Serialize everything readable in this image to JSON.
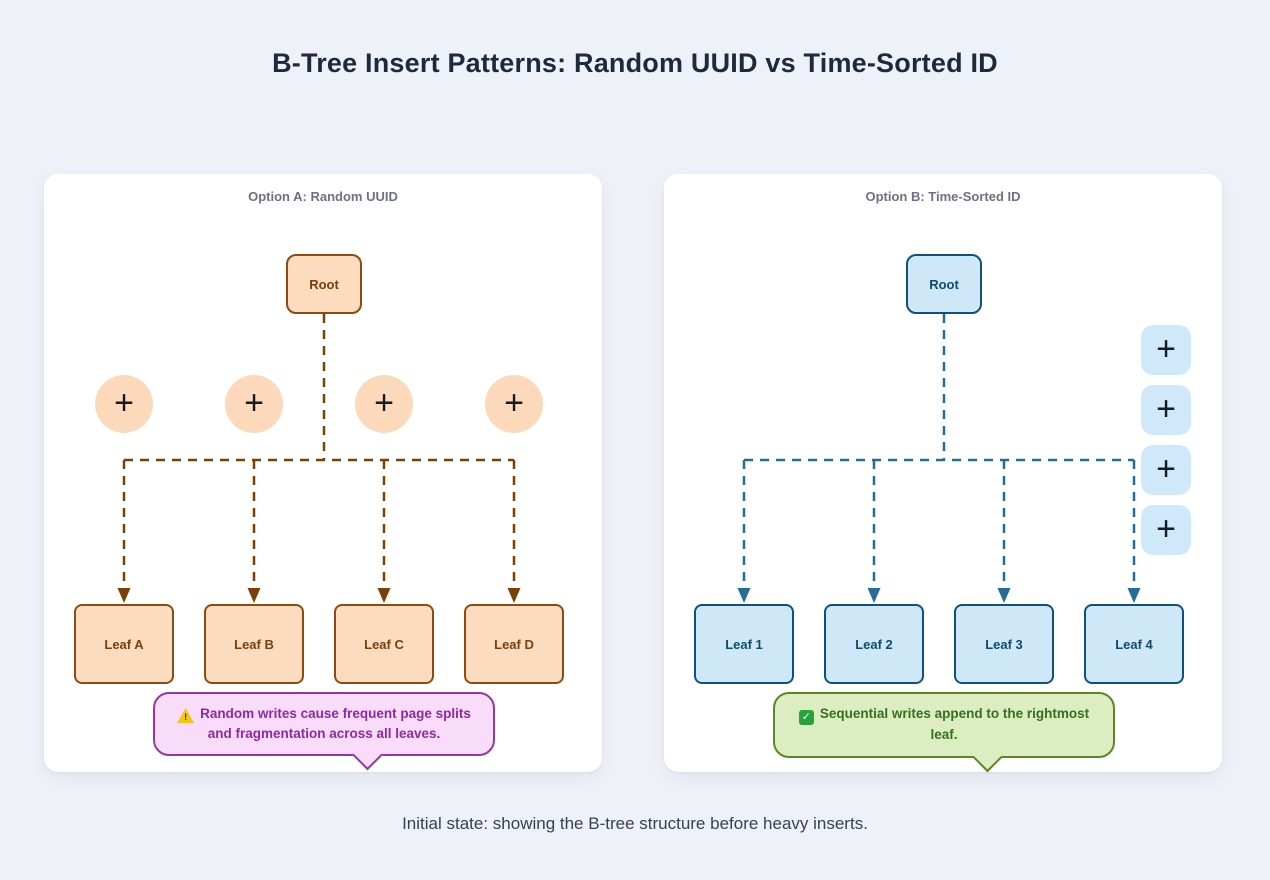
{
  "page": {
    "title": "B-Tree Insert Patterns: Random UUID vs Time-Sorted ID",
    "caption": "Initial state: showing the B-tree structure before heavy inserts.",
    "background_color": "#eef2f8"
  },
  "panels": [
    {
      "header": "Option A: Random UUID",
      "root_label": "Root",
      "plus_label": "+",
      "leaves": [
        "Leaf A",
        "Leaf B",
        "Leaf C",
        "Leaf D"
      ],
      "callout": {
        "icon": "warning",
        "icon_glyph": "!",
        "text": "Random writes cause frequent page splits and fragmentation across all leaves."
      },
      "colors": {
        "node_fill": "#fcdcbe",
        "node_border": "#8e4a10",
        "node_text": "#7a4010",
        "connector": "#7b4104",
        "plus_fill": "#fdd9bc",
        "callout_fill": "#f9dcf9",
        "callout_border": "#9137a8",
        "callout_text": "#8e28a5",
        "warning_icon": "#f6c514"
      }
    },
    {
      "header": "Option B: Time-Sorted ID",
      "root_label": "Root",
      "plus_label": "+",
      "leaves": [
        "Leaf 1",
        "Leaf 2",
        "Leaf 3",
        "Leaf 4"
      ],
      "callout": {
        "icon": "success",
        "icon_glyph": "✓",
        "text": "Sequential writes append to the rightmost leaf."
      },
      "colors": {
        "node_fill": "#cfe8f7",
        "node_border": "#0f5178",
        "node_text": "#0f4c6e",
        "connector": "#256d96",
        "plus_fill": "#cfe9fb",
        "callout_fill": "#dcedc2",
        "callout_border": "#5c8727",
        "callout_text": "#35701c",
        "success_icon": "#27a439"
      }
    }
  ]
}
